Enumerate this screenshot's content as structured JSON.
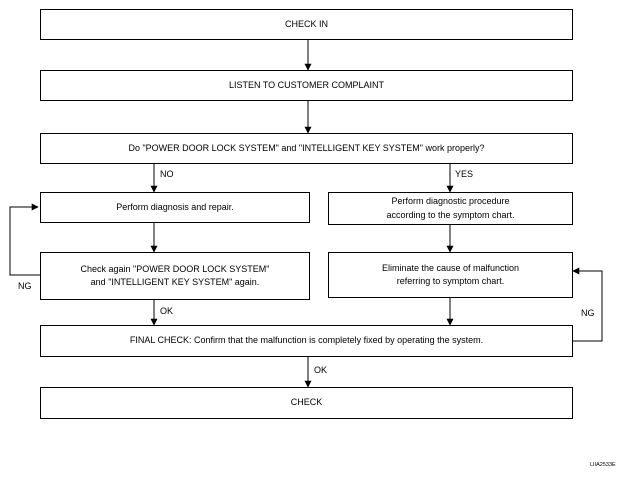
{
  "flow": {
    "check_in": "CHECK IN",
    "listen": "LISTEN TO CUSTOMER COMPLAINT",
    "question": "Do \"POWER DOOR LOCK SYSTEM\" and \"INTELLIGENT KEY SYSTEM\" work properly?",
    "diagnosis": "Perform diagnosis and repair.",
    "diag_procedure_1": "Perform diagnostic procedure",
    "diag_procedure_2": "according to the symptom chart.",
    "check_again_1": "Check again \"POWER DOOR LOCK SYSTEM\"",
    "check_again_2": "and \"INTELLIGENT KEY SYSTEM\" again.",
    "eliminate_1": "Eliminate the cause of malfunction",
    "eliminate_2": "referring to symptom chart.",
    "final_check": "FINAL CHECK: Confirm that the malfunction is completely fixed by operating the system.",
    "check": "CHECK"
  },
  "labels": {
    "no": "NO",
    "yes": "YES",
    "ng_left": "NG",
    "ng_right": "NG",
    "ok_1": "OK",
    "ok_2": "OK"
  },
  "figure_code": "LIIA2533E"
}
